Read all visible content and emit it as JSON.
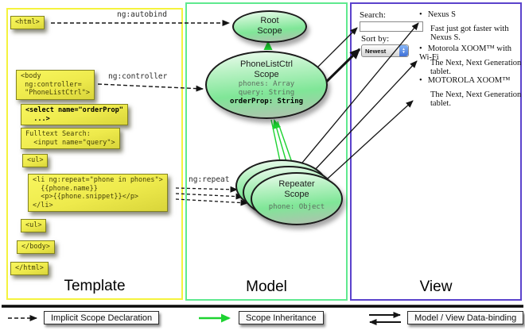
{
  "colors": {
    "template_border": "#f5f33d",
    "model_border": "#5fe98f",
    "view_border": "#5b43cc",
    "code_box_fill": "#eeea4c",
    "scope_fill_mid": "#7fe697",
    "inheritance_green": "#1dd331",
    "arrow_black": "#141414"
  },
  "panels": {
    "template": {
      "title": "Template",
      "boxes": {
        "html_open": "<html>",
        "body_open": "<body\n ng:controller=\n \"PhoneListCtrl\">",
        "select": "<select name=\"orderProp\"\n  ...>",
        "fulltext": "Fulltext Search:\n  <input name=\"query\">",
        "ul_open": "<ul>",
        "li_repeat": "<li ng:repeat=\"phone in phones\">\n  {{phone.name}}\n  <p>{{phone.snippet}}</p>\n</li>",
        "ul_close": "<ul>",
        "body_close": "</body>",
        "html_close": "</html>"
      }
    },
    "model": {
      "title": "Model",
      "root_scope": {
        "title": "Root\nScope"
      },
      "phonelist_scope": {
        "title": "PhoneListCtrl\nScope",
        "props": [
          "phones: Array",
          "query: String"
        ],
        "bold_prop": "orderProp: String"
      },
      "repeater_scope": {
        "title": "Repeater\nScope",
        "prop": "phone: Object"
      }
    },
    "view": {
      "title": "View",
      "search_label": "Search:",
      "sort_label": "Sort by:",
      "sort_value": "Newest",
      "items": [
        {
          "title": "Nexus S",
          "desc": "Fast just got faster with Nexus S."
        },
        {
          "title": "Motorola XOOM™ with Wi-Fi",
          "desc": "The Next, Next Generation tablet."
        },
        {
          "title": "MOTOROLA XOOM™",
          "desc": "The Next, Next Generation tablet."
        }
      ]
    }
  },
  "arrow_labels": {
    "autobind": "ng:autobind",
    "controller": "ng:controller",
    "repeat": "ng:repeat"
  },
  "legend": {
    "implicit": "Implicit Scope Declaration",
    "inheritance": "Scope Inheritance",
    "binding": "Model / View Data-binding"
  }
}
